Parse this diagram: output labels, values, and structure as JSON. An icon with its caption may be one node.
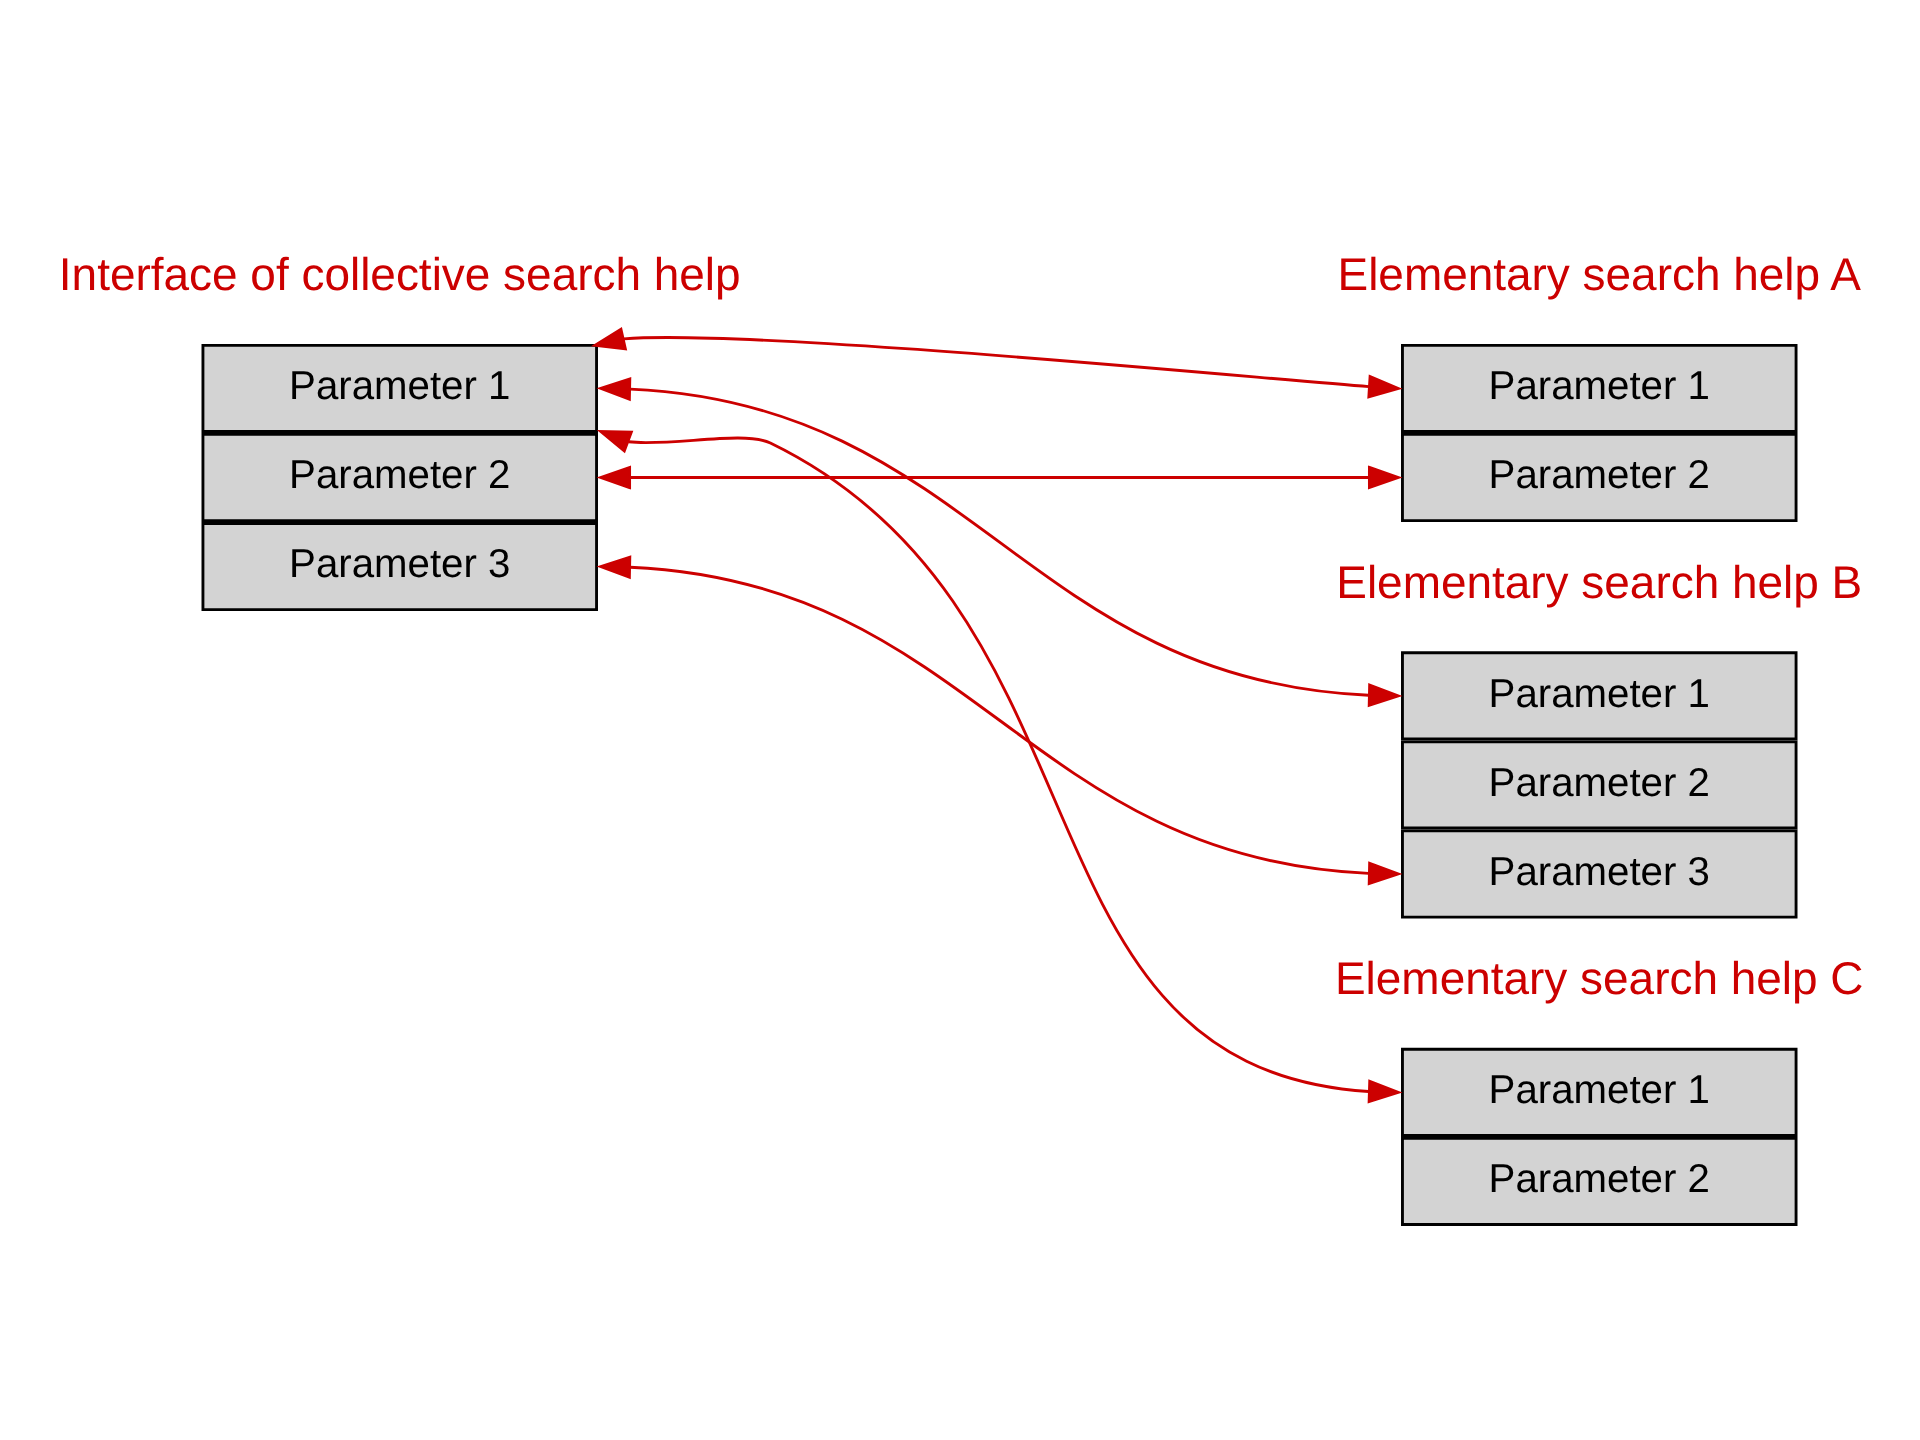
{
  "diagram": {
    "nodes": [
      {
        "text": [
          "Parameter 1"
        ],
        "beside": [
          "Interface of collective search help"
        ]
      },
      {
        "text": [
          "Parameter 2"
        ]
      },
      {
        "text": [
          "Parameter 3"
        ]
      },
      {
        "text": [
          "Parameter 1"
        ],
        "beside": [
          "Elementary search help A"
        ]
      },
      {
        "text": [
          "Parameter 2"
        ]
      },
      {
        "text": [
          "Parameter 1"
        ],
        "beside": [
          "Elementary search help B"
        ]
      },
      {
        "text": [
          "Parameter 2"
        ]
      },
      {
        "text": [
          "Parameter 3"
        ]
      },
      {
        "text": [
          "Parameter 1"
        ],
        "beside": [
          "Elementary search help C"
        ]
      },
      {
        "text": [
          "Parameter 2"
        ]
      }
    ],
    "edges": [
      {
        "from": 0,
        "to": 3,
        "arrow": "both"
      },
      {
        "from": 1,
        "to": 4,
        "arrow": "both"
      },
      {
        "from": 0,
        "to": 5,
        "arrow": "both"
      },
      {
        "from": 2,
        "to": 7,
        "arrow": "both"
      },
      {
        "from": 0,
        "to": 8,
        "arrow": "both"
      }
    ]
  }
}
